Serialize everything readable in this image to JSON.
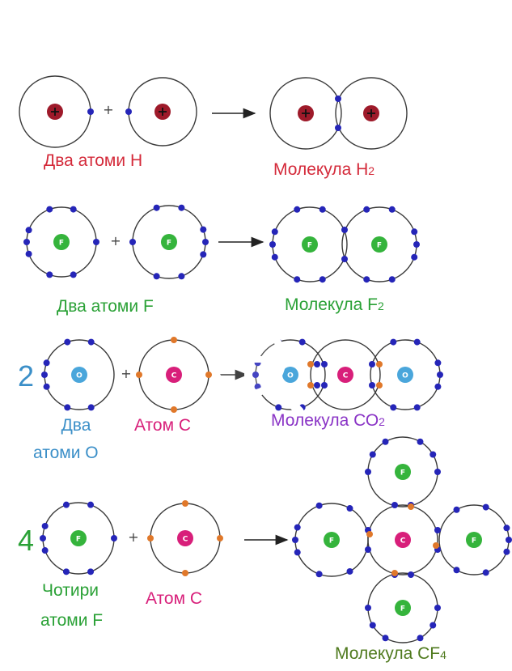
{
  "colors": {
    "background": "#ffffff",
    "orbit": "#3a3a3a",
    "electron": "#2525b8",
    "carbon_electron": "#e0782a",
    "h_nucleus": "#9e1a2a",
    "f_nucleus": "#35b43c",
    "o_nucleus": "#4aa6db",
    "c_nucleus": "#d81f7a"
  },
  "nucleus_letters": {
    "F": "F",
    "O": "O",
    "C": "C"
  },
  "row1": {
    "reactant_label": "Два атоми Н",
    "product_prefix": "Молекула Н",
    "product_sub": "2"
  },
  "row2": {
    "reactant_label": "Два атоми F",
    "product_prefix": "Молекула F",
    "product_sub": "2"
  },
  "row3": {
    "coefficient": "2",
    "o_label_line1": "Два",
    "o_label_line2": "атоми О",
    "c_label": "Атом С",
    "product_prefix": "Молекула СО",
    "product_sub": "2"
  },
  "row4": {
    "coefficient": "4",
    "f_label_line1": "Чотири",
    "f_label_line2": "атоми F",
    "c_label": "Атом С",
    "product_prefix": "Молекула CF",
    "product_sub": "4"
  },
  "operators": {
    "plus": "+",
    "zoom_icon": "zoom-in-magnifier-icon"
  }
}
